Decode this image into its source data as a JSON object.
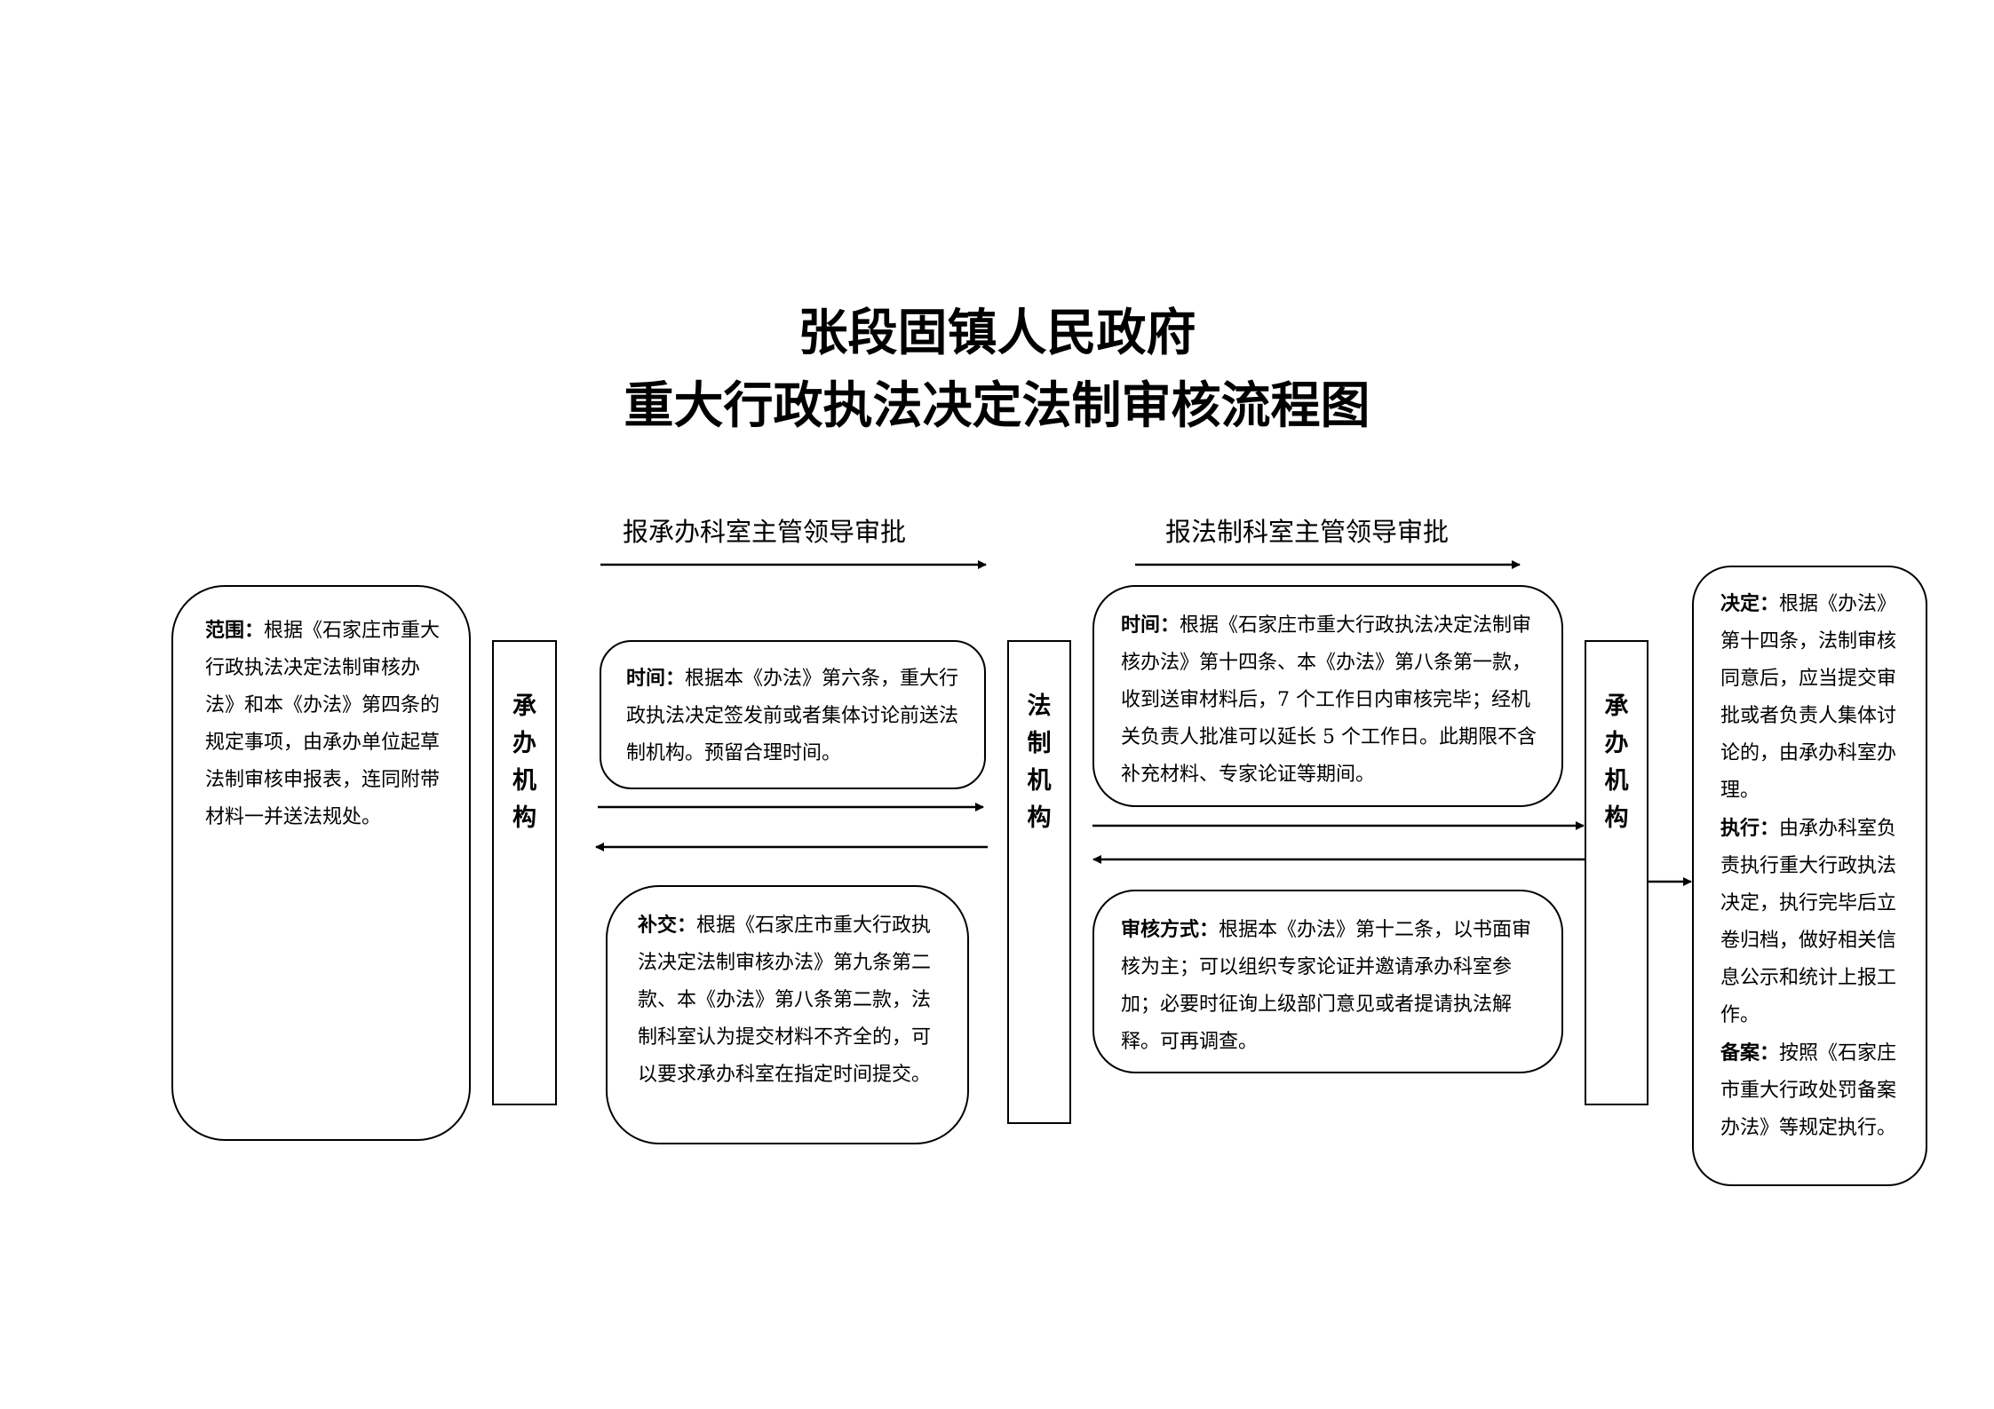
{
  "title": {
    "line1": "张段固镇人民政府",
    "line2": "重大行政执法决定法制审核流程图"
  },
  "labels": {
    "top_left": "报承办科室主管领导审批",
    "top_right": "报法制科室主管领导审批"
  },
  "scope": {
    "head": "范围：",
    "body": "根据《石家庄市重大行政执法决定法制审核办法》和本《办法》第四条的规定事项，由承办单位起草法制审核申报表，连同附带材料一并送法规处。"
  },
  "unit_left": {
    "chars": [
      "承",
      "办",
      "机",
      "构"
    ]
  },
  "legal_unit": {
    "chars": [
      "法",
      "制",
      "机",
      "构"
    ]
  },
  "unit_right": {
    "chars": [
      "承",
      "办",
      "机",
      "构"
    ]
  },
  "time1": {
    "head": "时间：",
    "body": "根据本《办法》第六条，重大行政执法决定签发前或者集体讨论前送法制机构。预留合理时间。"
  },
  "supplement": {
    "head": "补交：",
    "body": "根据《石家庄市重大行政执法决定法制审核办法》第九条第二款、本《办法》第八条第二款，法制科室认为提交材料不齐全的，可以要求承办科室在指定时间提交。"
  },
  "time2": {
    "head": "时间：",
    "body": "根据《石家庄市重大行政执法决定法制审核办法》第十四条、本《办法》第八条第一款，收到送审材料后，7 个工作日内审核完毕；经机关负责人批准可以延长 5 个工作日。此期限不含补充材料、专家论证等期间。"
  },
  "review": {
    "head": "审核方式：",
    "body": "根据本《办法》第十二条，以书面审核为主；可以组织专家论证并邀请承办科室参加；必要时征询上级部门意见或者提请执法解释。可再调查。"
  },
  "final": {
    "decide_head": "决定：",
    "decide_body": "根据《办法》第十四条，法制审核同意后，应当提交审批或者负责人集体讨论的，由承办科室办理。",
    "exec_head": "执行：",
    "exec_body": "由承办科室负责执行重大行政执法决定，执行完毕后立卷归档，做好相关信息公示和统计上报工作。",
    "file_head": "备案：",
    "file_body": "按照《石家庄市重大行政处罚备案办法》等规定执行。"
  }
}
